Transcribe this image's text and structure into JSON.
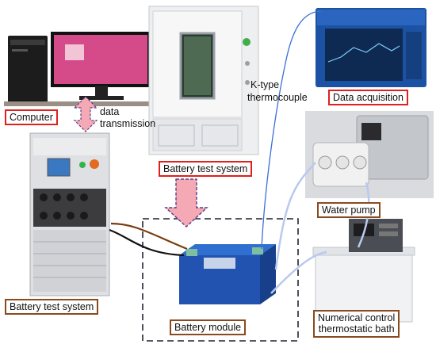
{
  "labels": {
    "computer": "Computer",
    "data_transmission_1": "data",
    "data_transmission_2": "transmission",
    "battery_test_system_top": "Battery test system",
    "k_type_1": "K-type",
    "k_type_2": "thermocouple",
    "data_acquisition": "Data acquisition",
    "water_pump": "Water pump",
    "battery_test_system_left": "Battery test system",
    "battery_module": "Battery module",
    "thermostatic_bath_1": "Numerical control",
    "thermostatic_bath_2": "thermostatic bath"
  },
  "colors": {
    "red_box": "#e0201c",
    "brown_box": "#8a4a1f",
    "arrow_pink": "#f4a9b4",
    "arrow_outline": "#5a3f8a",
    "thermocouple_wire": "#3c6fd6",
    "tube": "#b9c9ef"
  }
}
